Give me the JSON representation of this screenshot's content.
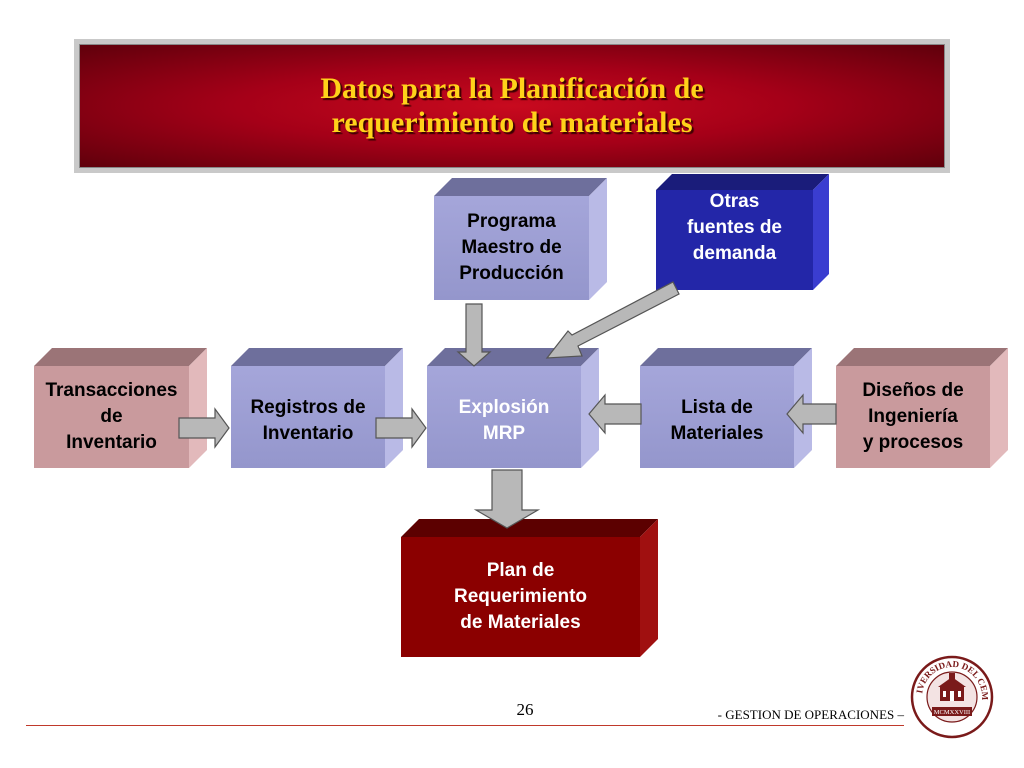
{
  "header": {
    "title": "Datos para la Planificación de\nrequerimiento de materiales"
  },
  "diagram": {
    "nodes": [
      {
        "id": "programa",
        "label": "Programa\nMaestro de\nProducción"
      },
      {
        "id": "otras",
        "label": "Otras\nfuentes de\ndemanda"
      },
      {
        "id": "transacciones",
        "label": "Transacciones\nde\nInventario"
      },
      {
        "id": "registros",
        "label": "Registros de\nInventario"
      },
      {
        "id": "explosion",
        "label": "Explosión\nMRP"
      },
      {
        "id": "lista",
        "label": "Lista de\nMateriales"
      },
      {
        "id": "disenos",
        "label": "Diseños de\nIngeniería\ny procesos"
      },
      {
        "id": "plan",
        "label": "Plan de\nRequerimiento\nde Materiales"
      }
    ],
    "edges": [
      {
        "from": "programa",
        "to": "explosion"
      },
      {
        "from": "otras",
        "to": "explosion"
      },
      {
        "from": "transacciones",
        "to": "registros"
      },
      {
        "from": "registros",
        "to": "explosion"
      },
      {
        "from": "lista",
        "to": "explosion"
      },
      {
        "from": "disenos",
        "to": "lista"
      },
      {
        "from": "explosion",
        "to": "plan"
      }
    ]
  },
  "colors": {
    "lavender": "#9d9ed4",
    "navy": "#2326a8",
    "rose": "#c99a9d",
    "maroon": "#8b0000",
    "arrow": "#b8b8b8"
  },
  "footer": {
    "page_number": "26",
    "course": "- GESTION DE OPERACIONES –"
  },
  "seal": {
    "ring_text": "UNIVERSIDAD DEL CEMA",
    "year": "MCMXXVIII"
  }
}
